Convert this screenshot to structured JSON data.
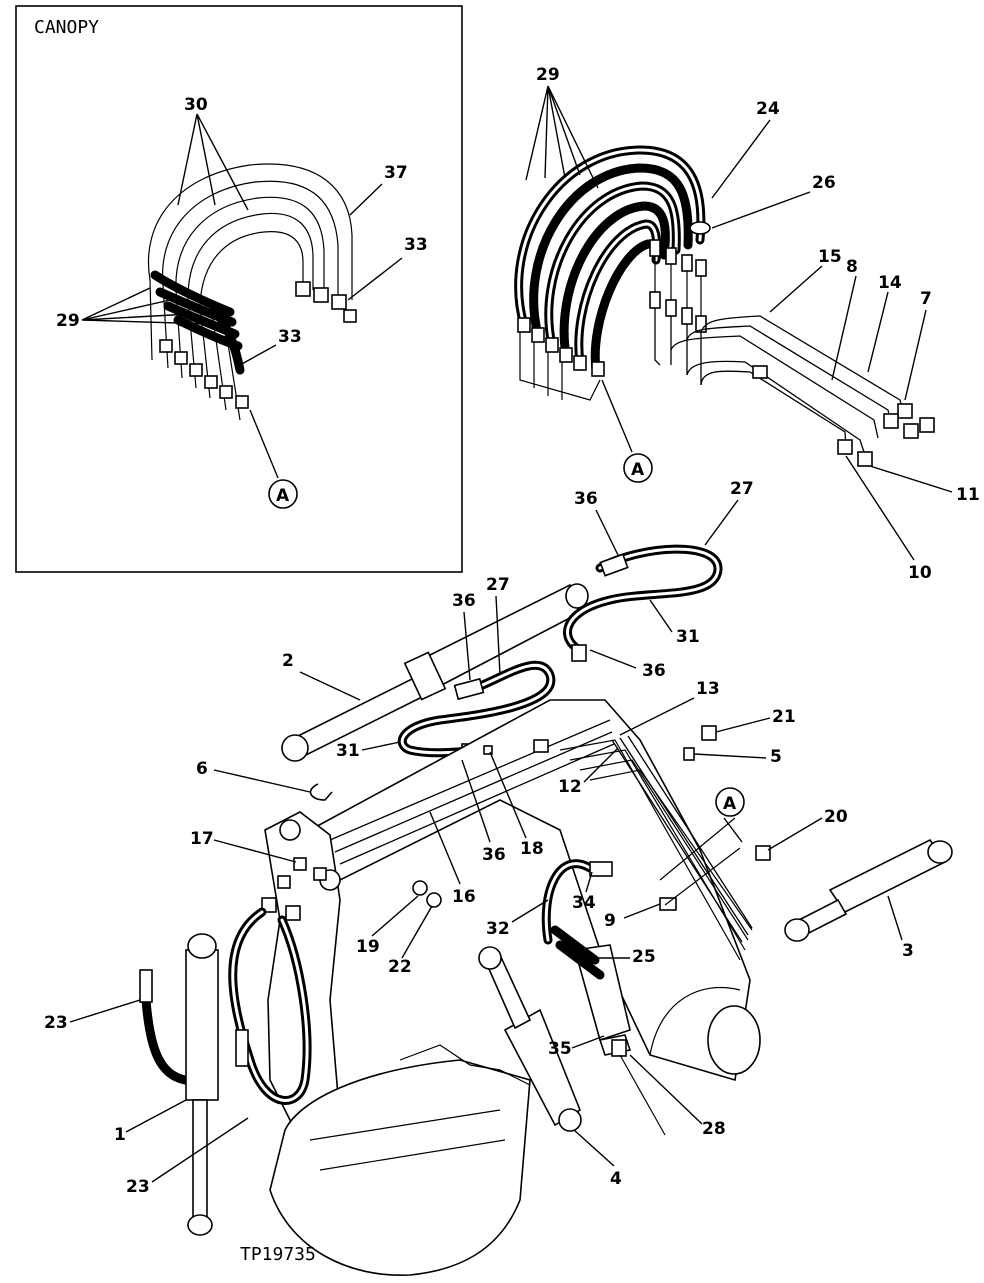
{
  "inset_title": "CANOPY",
  "figure_code": "TP19735",
  "callouts": {
    "c1": "1",
    "c2": "2",
    "c3": "3",
    "c4": "4",
    "c5": "5",
    "c6": "6",
    "c7": "7",
    "c8": "8",
    "c9": "9",
    "c10": "10",
    "c11": "11",
    "c12": "12",
    "c13": "13",
    "c14": "14",
    "c15": "15",
    "c16": "16",
    "c17": "17",
    "c18": "18",
    "c19": "19",
    "c20": "20",
    "c21": "21",
    "c22": "22",
    "c23a": "23",
    "c23b": "23",
    "c24": "24",
    "c25": "25",
    "c26": "26",
    "c27a": "27",
    "c27b": "27",
    "c28": "28",
    "c29a": "29",
    "c29b": "29",
    "c30": "30",
    "c31a": "31",
    "c31b": "31",
    "c32": "32",
    "c33a": "33",
    "c33b": "33",
    "c34": "34",
    "c35": "35",
    "c36a": "36",
    "c36b": "36",
    "c36c": "36",
    "c36d": "36",
    "c37": "37"
  },
  "view_markers": {
    "a1": "A",
    "a2": "A",
    "a3": "A"
  },
  "icons": {
    "view_marker": "circled-letter-icon"
  }
}
